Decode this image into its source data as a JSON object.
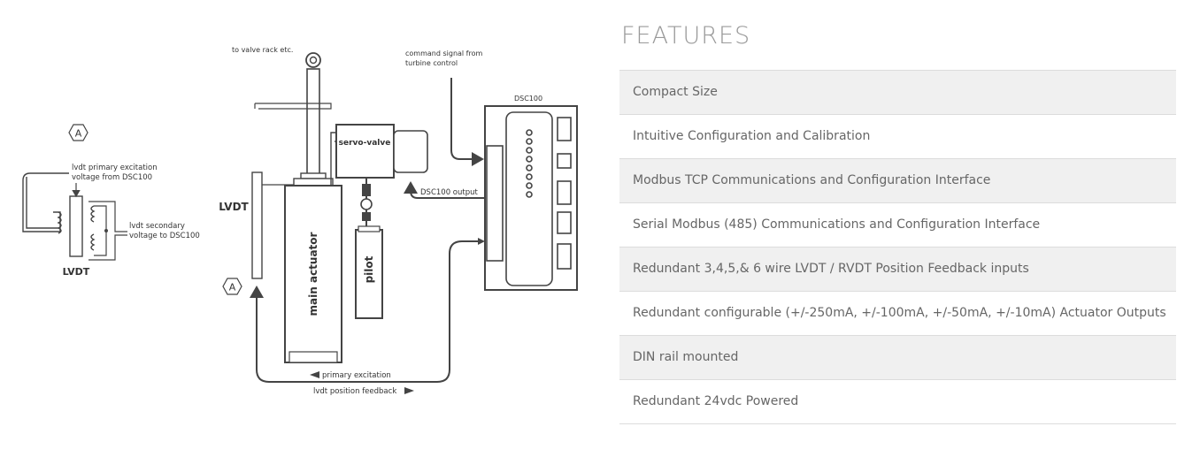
{
  "diagram": {
    "labels": {
      "to_valve_rack": "to valve rack etc.",
      "command_signal_line1": "command signal from",
      "command_signal_line2": "turbine control",
      "dsc100": "DSC100",
      "servo_valve": "servo-valve",
      "dsc100_output": "DSC100 output",
      "lvdt_main": "LVDT",
      "main_actuator": "main actuator",
      "pilot": "pilot",
      "primary_excitation": "primary excitation",
      "lvdt_position_feedback": "lvdt position feedback",
      "detail_marker": "A",
      "detail_marker_main": "A",
      "lvdt_primary_line1": "lvdt primary excitation",
      "lvdt_primary_line2": "voltage from DSC100",
      "lvdt_secondary_line1": "lvdt secondary",
      "lvdt_secondary_line2": "voltage to DSC100",
      "lvdt_detail": "LVDT"
    }
  },
  "features": {
    "title": "FEATURES",
    "items": [
      "Compact Size",
      "Intuitive Configuration and Calibration",
      "Modbus TCP Communications and Configuration Interface",
      "Serial Modbus (485) Communications and Configuration Interface",
      "Redundant 3,4,5,& 6 wire LVDT / RVDT Position Feedback inputs",
      "Redundant configurable (+/-250mA, +/-100mA, +/-50mA, +/-10mA) Actuator Outputs",
      "DIN rail mounted",
      "Redundant 24vdc Powered"
    ]
  },
  "colors": {
    "row_shaded": "#f0f0f0",
    "row_plain": "#ffffff",
    "title": "#9a9a9a",
    "text": "#666666",
    "line": "#444444"
  }
}
